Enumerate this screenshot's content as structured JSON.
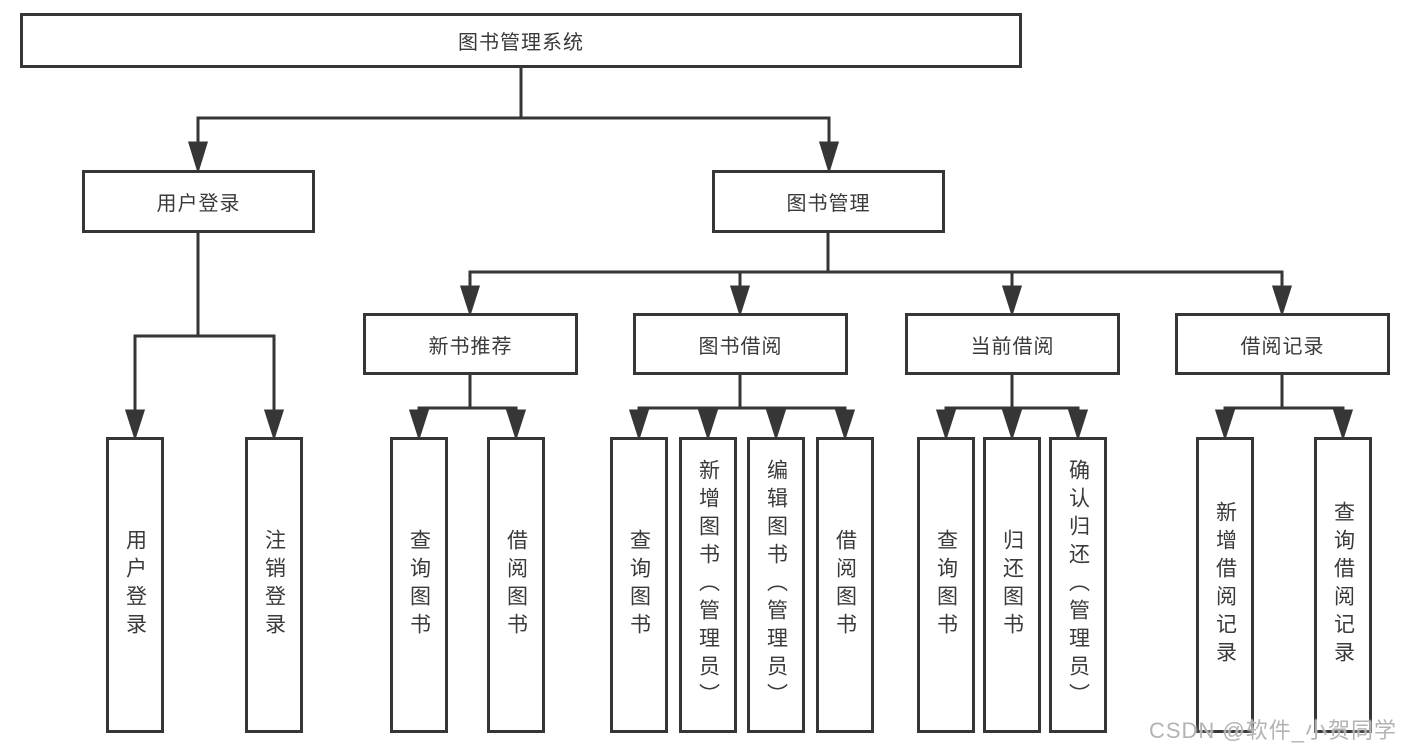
{
  "diagram": {
    "root": {
      "label": "图书管理系统"
    },
    "level2": [
      {
        "id": "user-login",
        "label": "用户登录"
      },
      {
        "id": "book-management",
        "label": "图书管理"
      }
    ],
    "level3": [
      {
        "id": "new-book-recommend",
        "label": "新书推荐",
        "parent": "图书管理"
      },
      {
        "id": "book-borrow",
        "label": "图书借阅",
        "parent": "图书管理"
      },
      {
        "id": "current-borrow",
        "label": "当前借阅",
        "parent": "图书管理"
      },
      {
        "id": "borrow-records",
        "label": "借阅记录",
        "parent": "图书管理"
      }
    ],
    "leaves": [
      {
        "group": "用户登录",
        "label": "用户登录"
      },
      {
        "group": "用户登录",
        "label": "注销登录"
      },
      {
        "group": "新书推荐",
        "label": "查询图书"
      },
      {
        "group": "新书推荐",
        "label": "借阅图书"
      },
      {
        "group": "图书借阅",
        "label": "查询图书"
      },
      {
        "group": "图书借阅",
        "label": "新增图书（管理员）"
      },
      {
        "group": "图书借阅",
        "label": "编辑图书（管理员）"
      },
      {
        "group": "图书借阅",
        "label": "借阅图书"
      },
      {
        "group": "当前借阅",
        "label": "查询图书"
      },
      {
        "group": "当前借阅",
        "label": "归还图书"
      },
      {
        "group": "当前借阅",
        "label": "确认归还（管理员）"
      },
      {
        "group": "借阅记录",
        "label": "新增借阅记录"
      },
      {
        "group": "借阅记录",
        "label": "查询借阅记录"
      }
    ]
  },
  "watermark": {
    "text": "CSDN @软件_小贺同学"
  },
  "colors": {
    "line": "#363636",
    "text": "#3a3a3a",
    "box_background": "#ffffff",
    "watermark": "#b3b3b3",
    "background": "#ffffff"
  }
}
